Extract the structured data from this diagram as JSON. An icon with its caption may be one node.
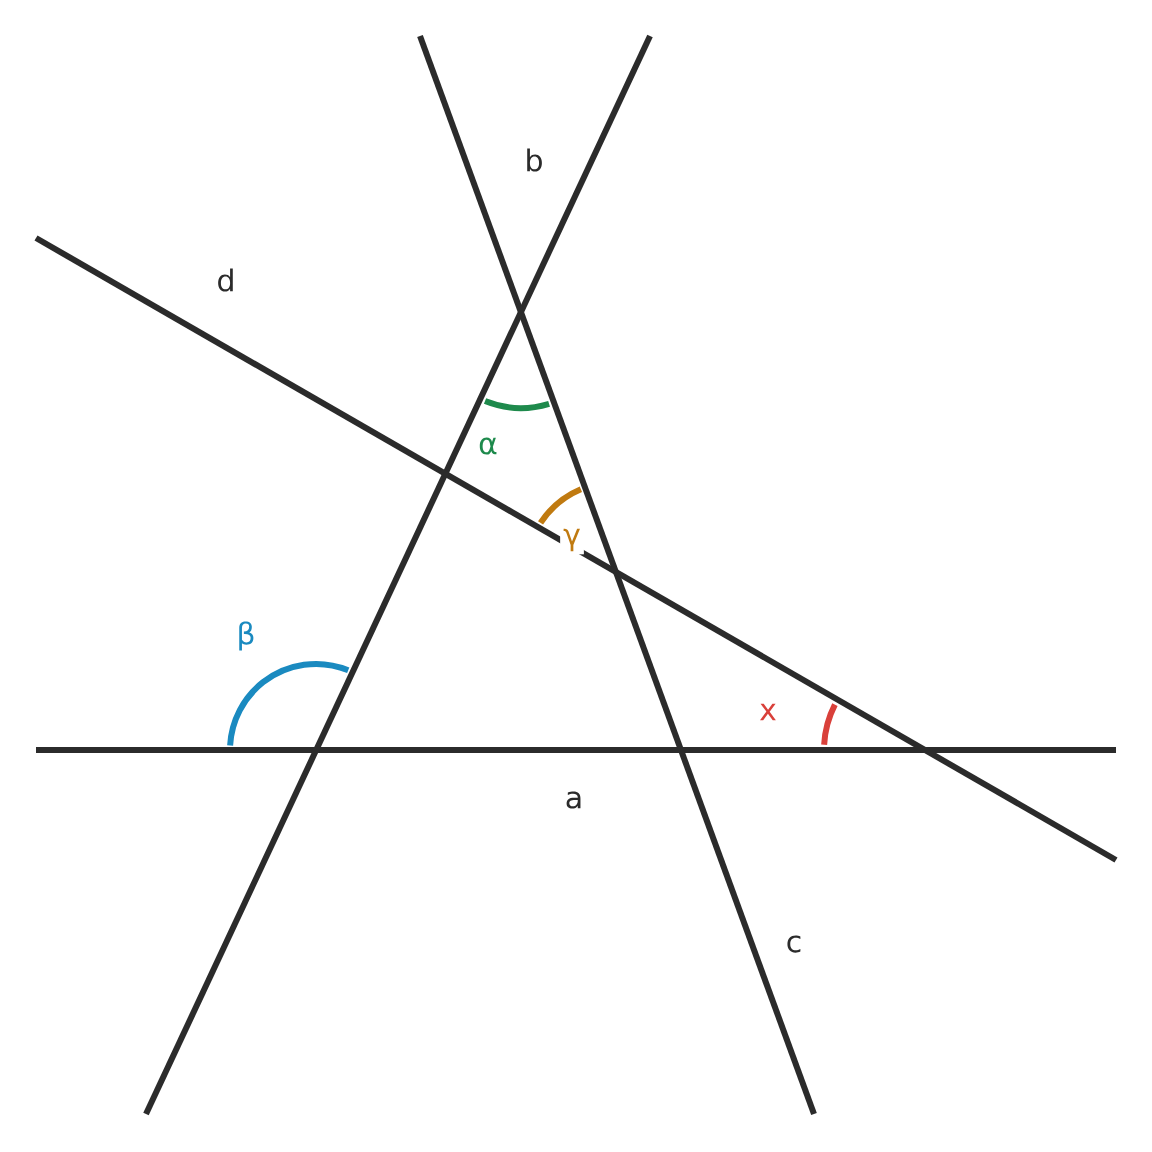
{
  "diagram": {
    "labels": [
      "b",
      "d",
      "α",
      "γ",
      "β",
      "x",
      "a",
      "c"
    ]
  }
}
